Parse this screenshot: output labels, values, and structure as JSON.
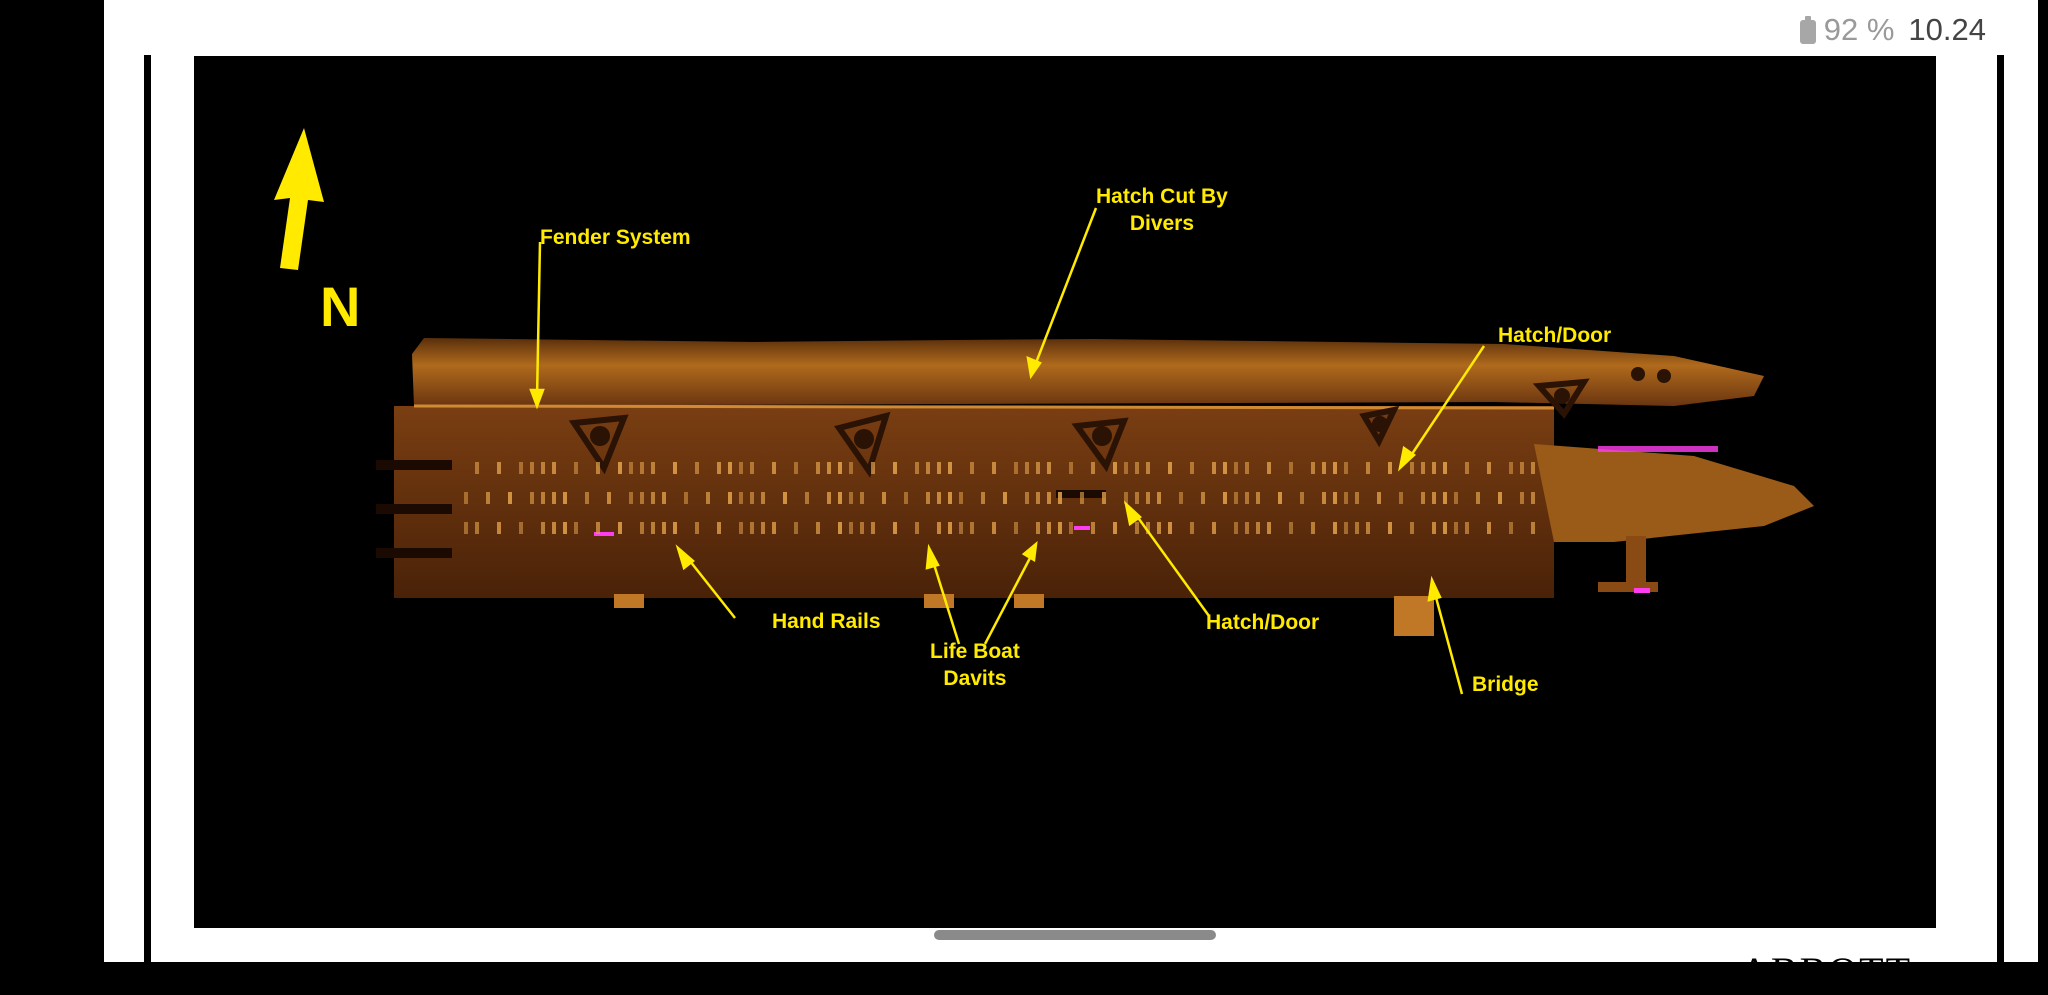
{
  "status_bar": {
    "battery_percent": "92 %",
    "time": "10.24",
    "icon": "battery-icon"
  },
  "image": {
    "north_label": "N",
    "annotations": {
      "fender_system": "Fender System",
      "hatch_cut_line1": "Hatch Cut By",
      "hatch_cut_line2": "Divers",
      "hatch_door_top": "Hatch/Door",
      "hatch_door_mid": "Hatch/Door",
      "hand_rails": "Hand Rails",
      "life_boat_line1": "Life Boat",
      "life_boat_line2": "Davits",
      "bridge": "Bridge"
    },
    "colors": {
      "annotation": "#ffea00",
      "hull": "#8a4a12",
      "highlight": "#ff3df0"
    }
  },
  "page_header_partial": "ABBOTT"
}
